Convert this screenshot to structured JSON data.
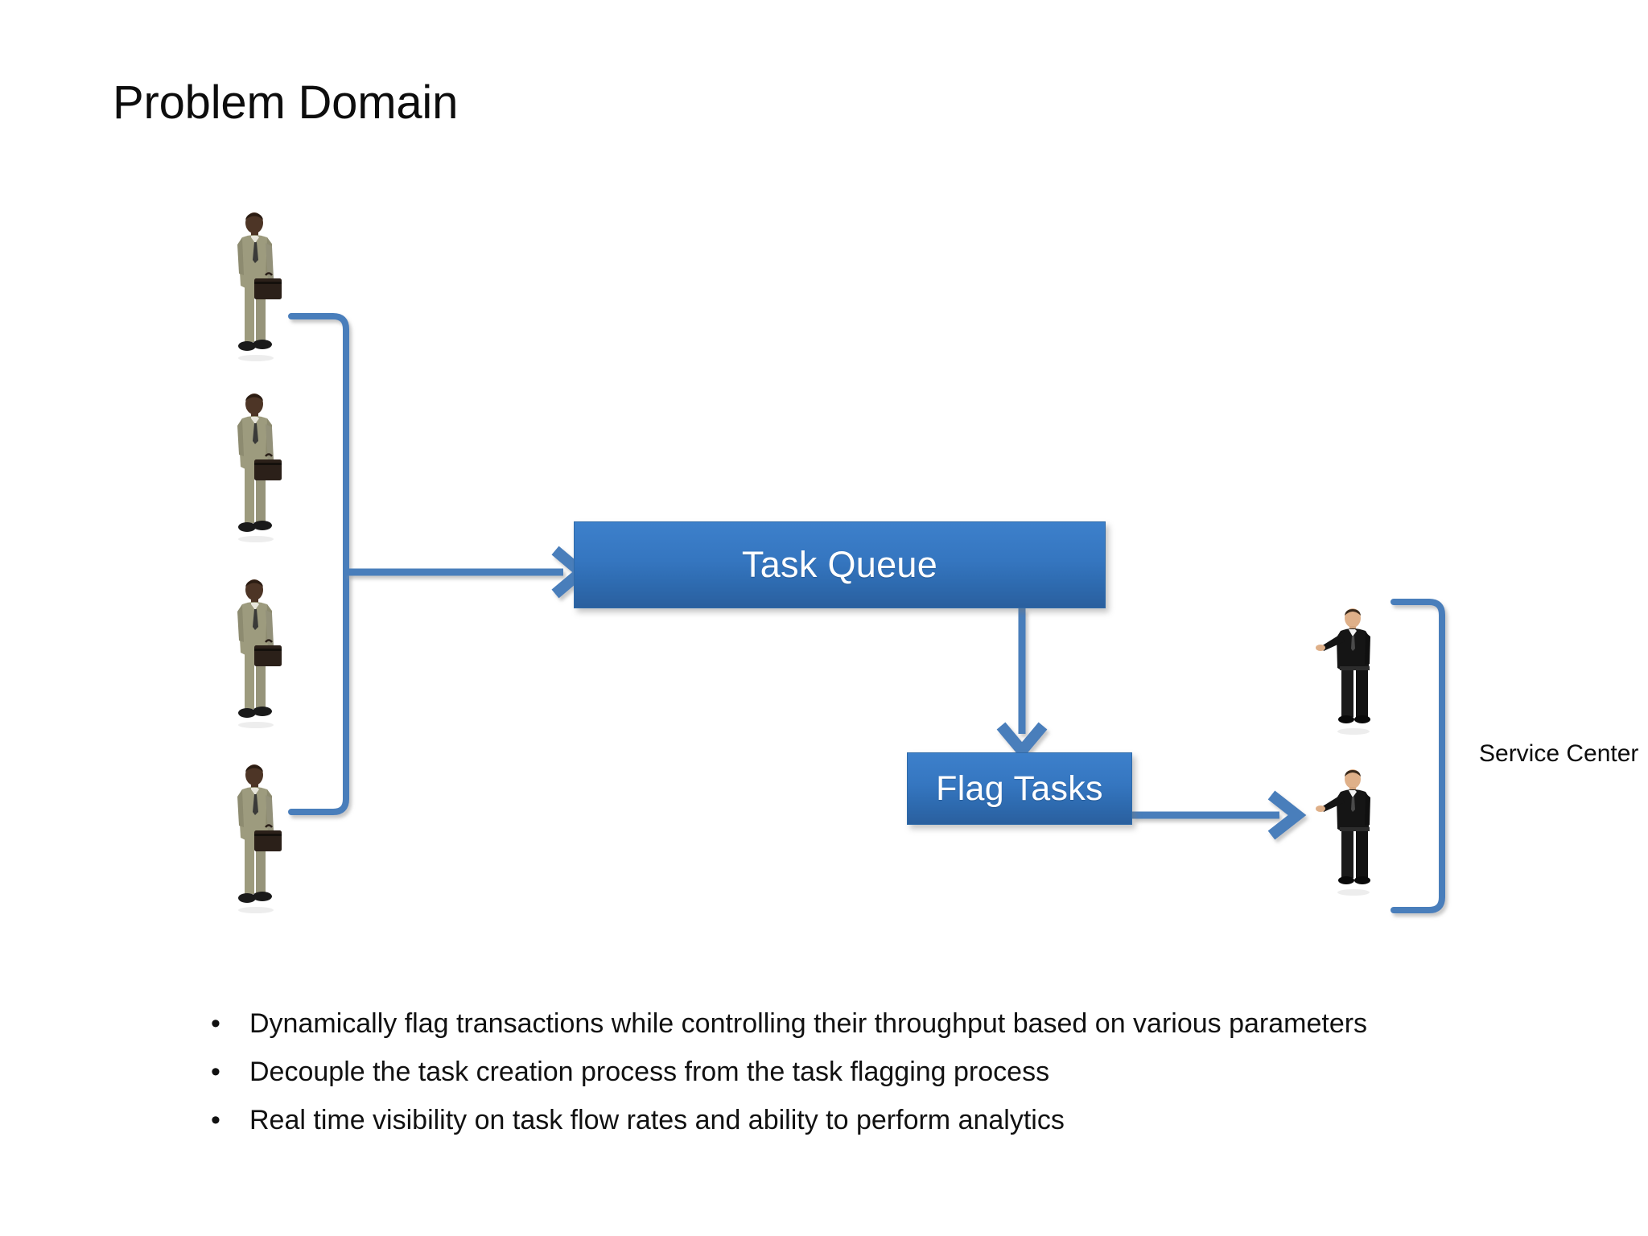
{
  "slide": {
    "title": "Problem Domain",
    "background_color": "#ffffff"
  },
  "diagram": {
    "accent_color": "#4a7ebb",
    "box_fill_top": "#3d80cb",
    "box_fill_bottom": "#2a5f9e",
    "boxes": [
      {
        "id": "task-queue",
        "label": "Task Queue"
      },
      {
        "id": "flag-tasks",
        "label": "Flag Tasks"
      }
    ],
    "left_group": {
      "name": "customers",
      "count": 4,
      "figure": "businessman-with-briefcase",
      "suit_color": "#9d9b7e"
    },
    "right_group": {
      "name": "service-center",
      "label": "Service Center",
      "count": 2,
      "figure": "businessman-presenting",
      "suit_color": "#151515"
    },
    "connectors": [
      {
        "from": "customers",
        "to": "task-queue",
        "type": "arrow-right"
      },
      {
        "from": "task-queue",
        "to": "flag-tasks",
        "type": "arrow-down"
      },
      {
        "from": "flag-tasks",
        "to": "service-center",
        "type": "arrow-right"
      }
    ]
  },
  "bullets": {
    "marker": "•",
    "items": [
      "Dynamically flag transactions while controlling their throughput based on various parameters",
      "Decouple the task creation process from the task flagging process",
      "Real time visibility on task flow rates and ability to perform analytics"
    ]
  }
}
